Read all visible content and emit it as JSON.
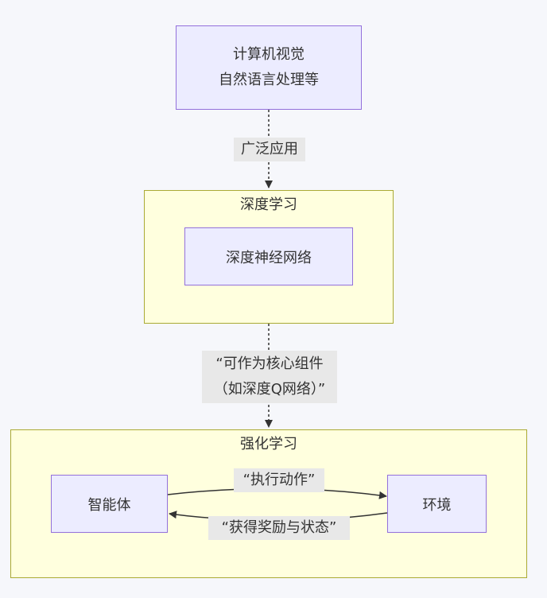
{
  "nodes": {
    "cv_nlp": {
      "line1": "计算机视觉",
      "line2": "自然语言处理等"
    },
    "dnn": {
      "label": "深度神经网络"
    },
    "agent": {
      "label": "智能体"
    },
    "env": {
      "label": "环境"
    }
  },
  "clusters": {
    "deep_learning": {
      "title": "深度学习"
    },
    "reinforcement_learning": {
      "title": "强化学习"
    }
  },
  "edges": {
    "wide_application": {
      "label": "广泛应用"
    },
    "core_component": {
      "line1": "“可作为核心组件",
      "line2": "（如深度Q网络）”"
    },
    "execute_action": {
      "label": "“执行动作”"
    },
    "get_reward_state": {
      "label": "“获得奖励与状态”"
    }
  },
  "colors": {
    "node_fill": "#ececff",
    "node_border": "#9370db",
    "cluster_fill": "#ffffde",
    "cluster_border": "#aaaa33",
    "edge_label_bg": "#e8e8e8",
    "line": "#333333"
  }
}
